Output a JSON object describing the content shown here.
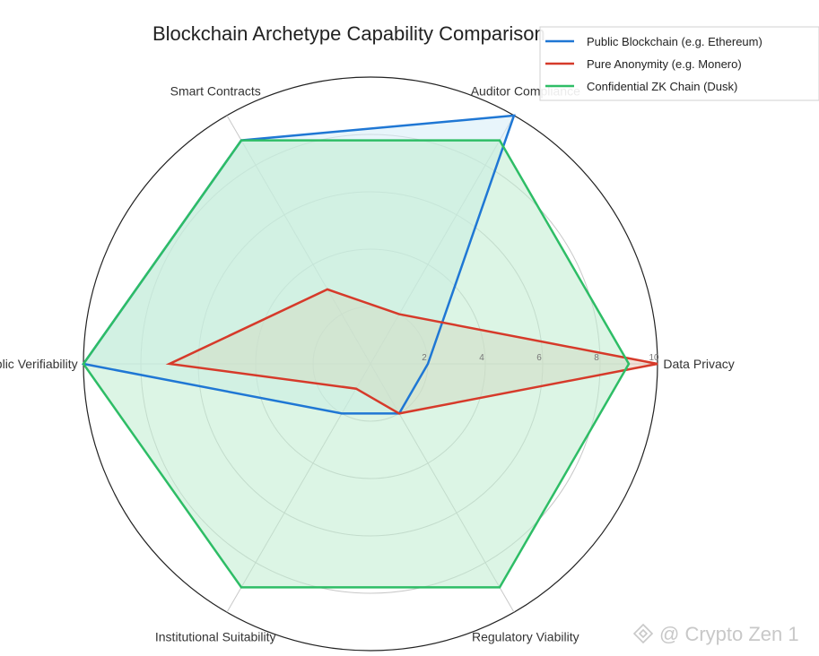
{
  "chart_data": {
    "type": "radar",
    "title": "Blockchain Archetype Capability Comparison",
    "axes": [
      "Data Privacy",
      "Auditor Compliance",
      "Smart Contracts",
      "Public Verifiability",
      "Institutional Suitability",
      "Regulatory Viability"
    ],
    "rlim": [
      0,
      10
    ],
    "rticks": [
      2,
      4,
      6,
      8,
      10
    ],
    "grid": true,
    "legend_position": "top-right",
    "series": [
      {
        "name": "Public Blockchain (e.g. Ethereum)",
        "color": "#1f77d4",
        "fill": "#d6ecf8",
        "values": [
          2,
          10,
          9,
          10,
          2,
          2
        ]
      },
      {
        "name": "Pure Anonymity (e.g. Monero)",
        "color": "#d63a2a",
        "fill": "#e8c8b8",
        "values": [
          10,
          2,
          3,
          7,
          1,
          2
        ]
      },
      {
        "name": "Confidential ZK Chain (Dusk)",
        "color": "#2ebd66",
        "fill": "#bfeccf",
        "values": [
          9,
          9,
          9,
          10,
          9,
          9
        ]
      }
    ]
  },
  "watermark": {
    "icon": "binance-diamond-icon",
    "text": "@ Crypto Zen 1"
  }
}
